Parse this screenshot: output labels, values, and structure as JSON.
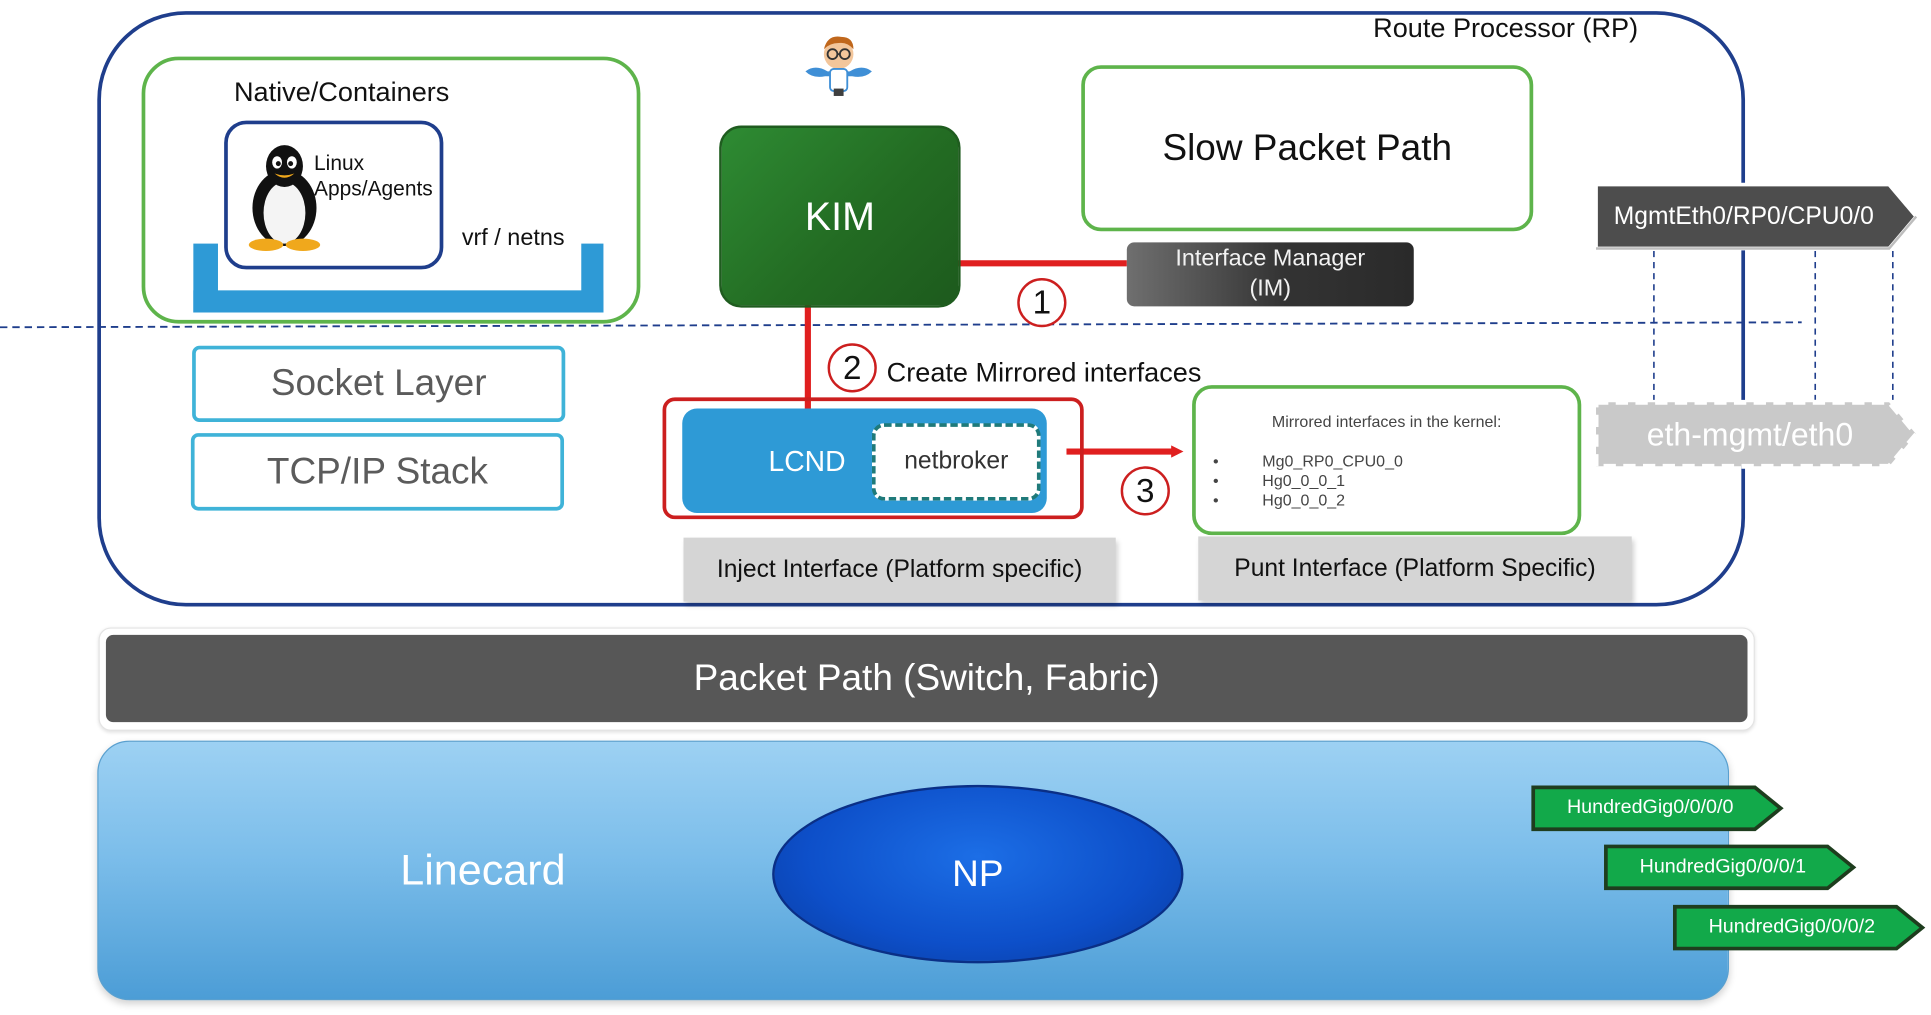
{
  "rp": {
    "title": "Route Processor (RP)"
  },
  "native": {
    "title": "Native/Containers",
    "linux_line1": "Linux",
    "linux_line2": "Apps/Agents",
    "vrf": "vrf / netns"
  },
  "stack": {
    "socket": "Socket Layer",
    "tcpip": "TCP/IP Stack"
  },
  "kim": {
    "label": "KIM"
  },
  "slow_path": {
    "label": "Slow Packet Path"
  },
  "im": {
    "line1": "Interface Manager",
    "line2": "(IM)"
  },
  "mgmt": {
    "primary": "MgmtEth0/RP0/CPU0/0",
    "mirror": "eth-mgmt/eth0"
  },
  "steps": {
    "one": "1",
    "two": "2",
    "three": "3",
    "create_label": "Create Mirrored interfaces"
  },
  "lcnd": {
    "label": "LCND",
    "netbroker": "netbroker"
  },
  "mirrored": {
    "title": "Mirrored interfaces in the kernel:",
    "bullet": "•",
    "items": [
      "Mg0_RP0_CPU0_0",
      "Hg0_0_0_1",
      "Hg0_0_0_2"
    ]
  },
  "captions": {
    "inject": "Inject Interface (Platform specific)",
    "punt": "Punt Interface (Platform Specific)"
  },
  "packet_path": {
    "label": "Packet Path (Switch, Fabric)"
  },
  "linecard": {
    "label": "Linecard",
    "np": "NP",
    "ports": [
      "HundredGig0/0/0/0",
      "HundredGig0/0/0/1",
      "HundredGig0/0/0/2"
    ]
  },
  "colors": {
    "rp_border": "#1f3e8c",
    "green_border": "#5eb44b",
    "kim_green": "#236c23",
    "step_red": "#cc1f1f",
    "cyan": "#3fb3d8",
    "lcnd_blue": "#2e9ad6",
    "port_green": "#12a94a",
    "packet_gray": "#575757"
  },
  "icons": {
    "penguin": "linux-penguin-icon",
    "mascot": "engineer-mascot-icon"
  }
}
